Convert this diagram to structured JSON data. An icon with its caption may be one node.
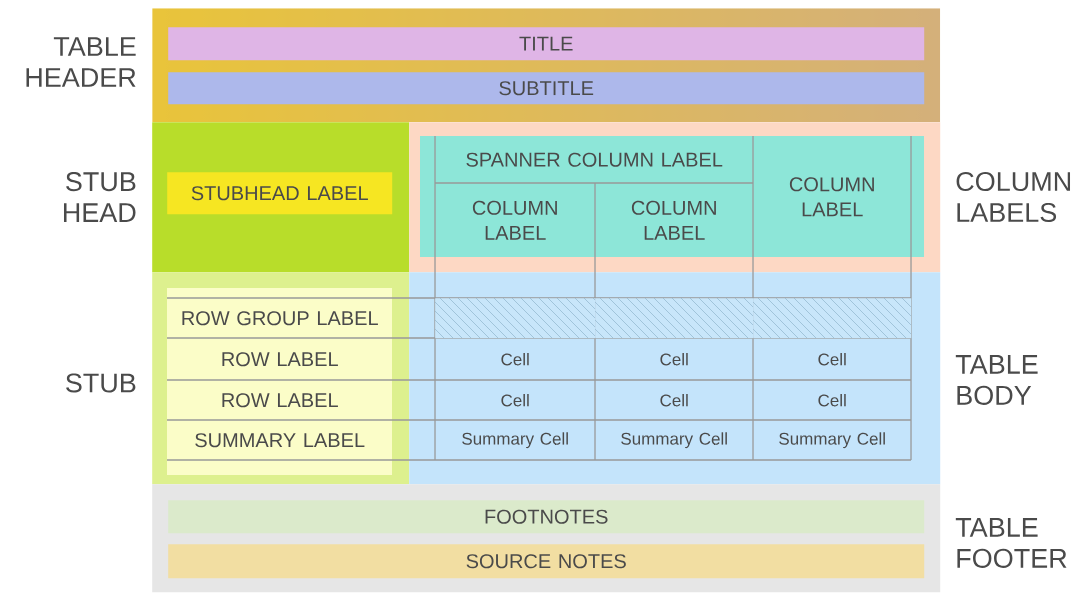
{
  "diagram": {
    "nodes": [
      {
        "text": [
          "TABLE HEADER"
        ]
      },
      {
        "text": [
          "TITLE"
        ],
        "in": 0
      },
      {
        "text": [
          "SUBTITLE"
        ],
        "in": 0
      },
      {
        "text": [
          "STUB HEAD"
        ]
      },
      {
        "text": [
          "STUBHEAD LABEL"
        ],
        "in": 3
      },
      {
        "text": [
          "COLUMN LABELS"
        ]
      },
      {
        "text": [
          "SPANNER COLUMN LABEL"
        ],
        "in": 5
      },
      {
        "text": [
          "COLUMN LABEL"
        ],
        "in": 5
      },
      {
        "text": [
          "COLUMN LABEL"
        ],
        "in": 5
      },
      {
        "text": [
          "COLUMN LABEL"
        ],
        "in": 5
      },
      {
        "text": [
          "STUB"
        ]
      },
      {
        "text": [
          "ROW GROUP LABEL"
        ],
        "in": 10
      },
      {
        "text": [
          "ROW LABEL"
        ],
        "in": 10
      },
      {
        "text": [
          "ROW LABEL"
        ],
        "in": 10
      },
      {
        "text": [
          "SUMMARY LABEL"
        ],
        "in": 10
      },
      {
        "text": [
          "TABLE BODY"
        ]
      },
      {
        "text": [],
        "shape": "box",
        "in": 15
      },
      {
        "text": [],
        "shape": "box",
        "in": 15
      },
      {
        "text": [],
        "shape": "box",
        "in": 15
      },
      {
        "text": [
          "Cell"
        ],
        "in": 15
      },
      {
        "text": [
          "Cell"
        ],
        "in": 15
      },
      {
        "text": [
          "Cell"
        ],
        "in": 15
      },
      {
        "text": [
          "Cell"
        ],
        "in": 15
      },
      {
        "text": [
          "Cell"
        ],
        "in": 15
      },
      {
        "text": [
          "Cell"
        ],
        "in": 15
      },
      {
        "text": [
          "Summary Cell"
        ],
        "in": 15
      },
      {
        "text": [
          "Summary Cell"
        ],
        "in": 15
      },
      {
        "text": [
          "Summary Cell"
        ],
        "in": 15
      },
      {
        "text": [
          "TABLE FOOTER"
        ]
      },
      {
        "text": [
          "FOOTNOTES"
        ],
        "in": 28
      },
      {
        "text": [
          "SOURCE NOTES"
        ],
        "in": 28
      }
    ]
  }
}
